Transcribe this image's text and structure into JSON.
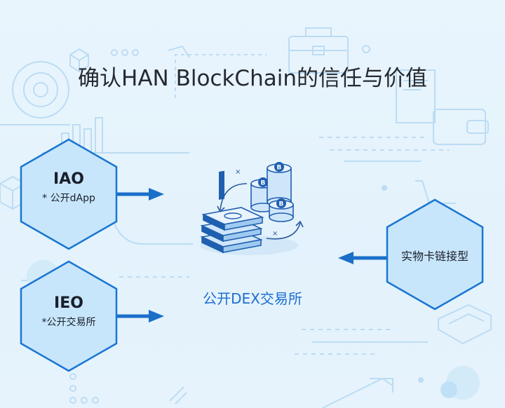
{
  "title": "确认HAN BlockChain的信任与价值",
  "nodes": {
    "iao": {
      "label": "IAO",
      "sub": "* 公开dApp"
    },
    "ieo": {
      "label": "IEO",
      "sub": "*公开交易所"
    },
    "physical": {
      "label": "实物卡链接型"
    },
    "center": {
      "label": "公开DEX交易所"
    }
  },
  "colors": {
    "hex_fill": "#c8e6fb",
    "hex_stroke": "#1a76d2",
    "arrow": "#1a6fc9",
    "accent_text": "#1d6fd0",
    "background": "#e6f3fc"
  },
  "icons": {
    "center": "money-and-coins-icon"
  }
}
